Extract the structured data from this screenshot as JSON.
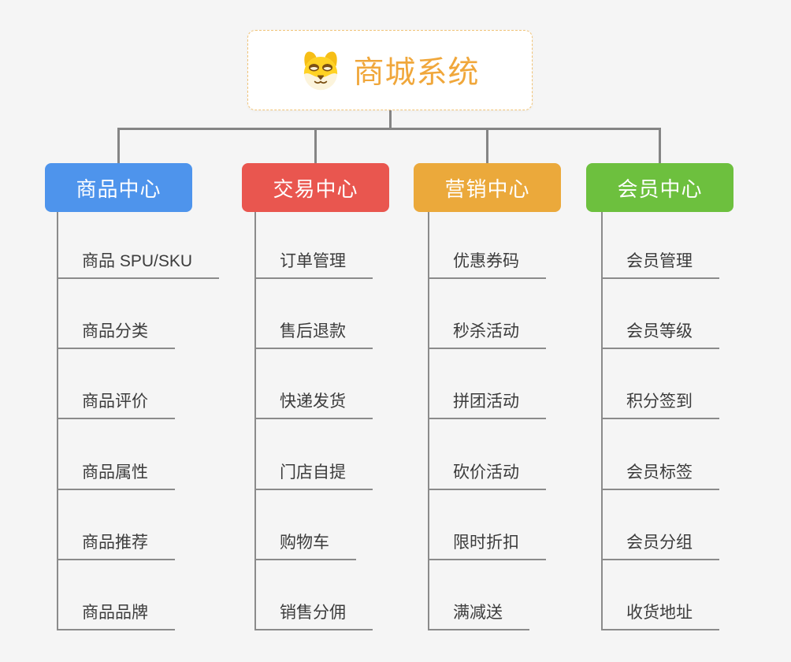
{
  "root": {
    "title": "商城系统",
    "icon": "shiba-dog-face"
  },
  "branches": [
    {
      "label": "商品中心",
      "color": "#4E94EC",
      "items": [
        "商品 SPU/SKU",
        "商品分类",
        "商品评价",
        "商品属性",
        "商品推荐",
        "商品品牌"
      ]
    },
    {
      "label": "交易中心",
      "color": "#E9564F",
      "items": [
        "订单管理",
        "售后退款",
        "快递发货",
        "门店自提",
        "购物车",
        "销售分佣"
      ]
    },
    {
      "label": "营销中心",
      "color": "#EBA93B",
      "items": [
        "优惠券码",
        "秒杀活动",
        "拼团活动",
        "砍价活动",
        "限时折扣",
        "满减送"
      ]
    },
    {
      "label": "会员中心",
      "color": "#6DC03E",
      "items": [
        "会员管理",
        "会员等级",
        "积分签到",
        "会员标签",
        "会员分组",
        "收货地址"
      ]
    }
  ],
  "colors": {
    "background": "#F5F5F5",
    "connector_dark": "#858585",
    "connector_light": "#8B8B8B",
    "root_title": "#F0A73B",
    "root_border": "#F1C377",
    "subtopic_text": "#3C3C3C"
  }
}
